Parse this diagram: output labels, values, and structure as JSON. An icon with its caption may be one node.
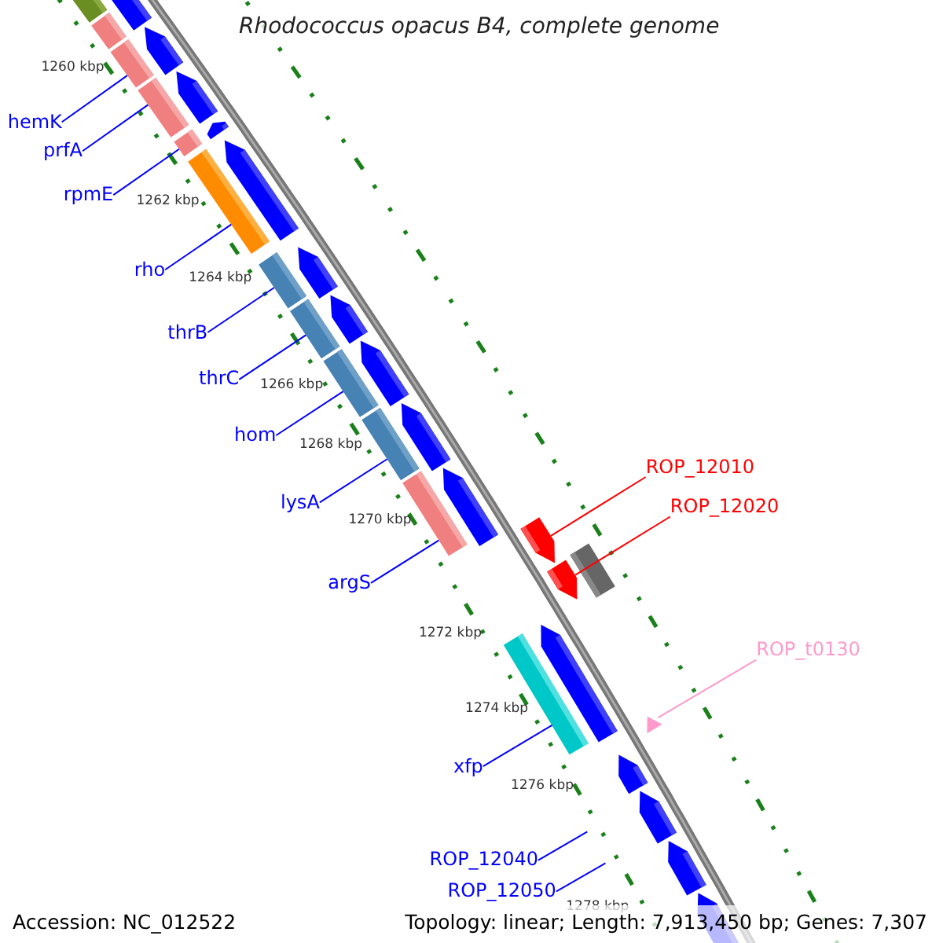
{
  "diagram": {
    "title": "Rhodococcus opacus B4, complete genome",
    "nodes": [
      {
        "text": [
          "hemK"
        ]
      },
      {
        "text": [],
        "shape": "bar"
      },
      {
        "text": [
          "prfA"
        ]
      },
      {
        "text": [],
        "shape": "bar"
      },
      {
        "text": [
          "rpmE"
        ]
      },
      {
        "text": [],
        "shape": "bar"
      },
      {
        "text": [
          "rho"
        ]
      },
      {
        "text": [],
        "shape": "bar"
      },
      {
        "text": [
          "thrB"
        ]
      },
      {
        "text": [],
        "shape": "bar"
      },
      {
        "text": [
          "thrC"
        ]
      },
      {
        "text": [],
        "shape": "bar"
      },
      {
        "text": [
          "hom"
        ]
      },
      {
        "text": [],
        "shape": "bar"
      },
      {
        "text": [
          "lysA"
        ]
      },
      {
        "text": [],
        "shape": "bar"
      },
      {
        "text": [
          "argS"
        ]
      },
      {
        "text": [],
        "shape": "bar"
      },
      {
        "text": [
          "ROP_12010"
        ]
      },
      {
        "text": [],
        "shape": "arrow"
      },
      {
        "text": [
          "ROP_12020"
        ]
      },
      {
        "text": [],
        "shape": "arrow"
      },
      {
        "text": [
          "ROP_t0130"
        ]
      },
      {
        "text": [],
        "shape": "triangle"
      },
      {
        "text": [
          "xfp"
        ]
      },
      {
        "text": [],
        "shape": "bar"
      },
      {
        "text": [
          "ROP_12040"
        ]
      },
      {
        "text": [
          "ROP_12050"
        ]
      }
    ],
    "edges": [
      {
        "from": 0,
        "to": 1,
        "arrow": "none"
      },
      {
        "from": 2,
        "to": 3,
        "arrow": "none"
      },
      {
        "from": 4,
        "to": 5,
        "arrow": "none"
      },
      {
        "from": 6,
        "to": 7,
        "arrow": "none"
      },
      {
        "from": 8,
        "to": 9,
        "arrow": "none"
      },
      {
        "from": 10,
        "to": 11,
        "arrow": "none"
      },
      {
        "from": 12,
        "to": 13,
        "arrow": "none"
      },
      {
        "from": 14,
        "to": 15,
        "arrow": "none"
      },
      {
        "from": 16,
        "to": 17,
        "arrow": "none"
      },
      {
        "from": 18,
        "to": 19,
        "arrow": "none",
        "color": "#ff0000"
      },
      {
        "from": 20,
        "to": 21,
        "arrow": "none",
        "color": "#ff0000"
      },
      {
        "from": 22,
        "to": 23,
        "arrow": "none",
        "color": "#ff99cc"
      },
      {
        "from": 24,
        "to": 25,
        "arrow": "none"
      },
      {
        "from": 26,
        "to": null,
        "arrow": "none"
      },
      {
        "from": 27,
        "to": null,
        "arrow": "none"
      }
    ],
    "labels": [
      "1260 kbp",
      "1262 kbp",
      "1264 kbp",
      "1266 kbp",
      "1268 kbp",
      "1270 kbp",
      "1272 kbp",
      "1274 kbp",
      "1276 kbp",
      "1278 kbp",
      "Accession: NC_012522",
      "Topology: linear; Length: 7,913,450 bp; Genes: 7,307"
    ]
  }
}
